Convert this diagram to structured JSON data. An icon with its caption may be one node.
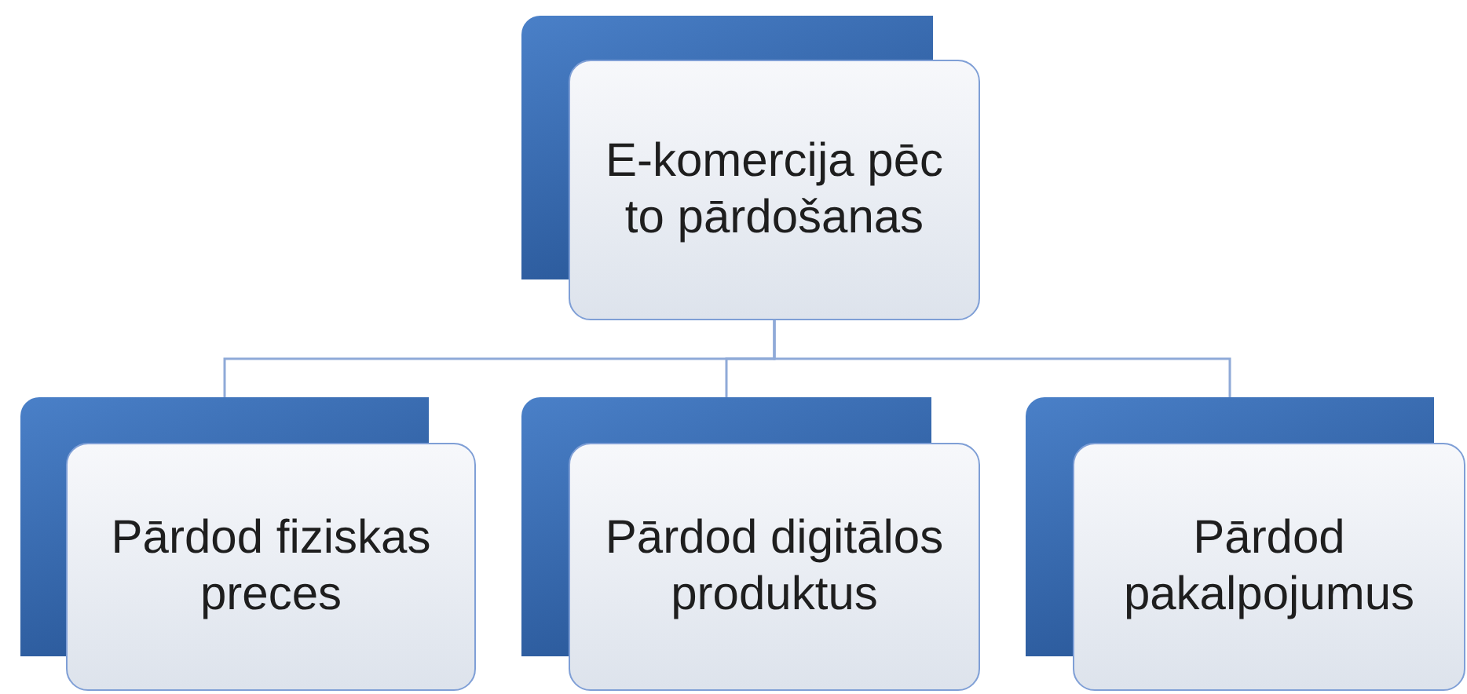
{
  "diagram": {
    "nodes": [
      {
        "text": [
          "E-komercija pēc to pārdošanas"
        ]
      },
      {
        "text": [
          "Pārdod fiziskas preces"
        ]
      },
      {
        "text": [
          "Pārdod digitālos produktus"
        ]
      },
      {
        "text": [
          "Pārdod pakalpojumus"
        ]
      }
    ],
    "edges": [
      {
        "from": 0,
        "to": 1,
        "arrow": "none"
      },
      {
        "from": 0,
        "to": 2,
        "arrow": "none"
      },
      {
        "from": 0,
        "to": 3,
        "arrow": "none"
      }
    ]
  }
}
